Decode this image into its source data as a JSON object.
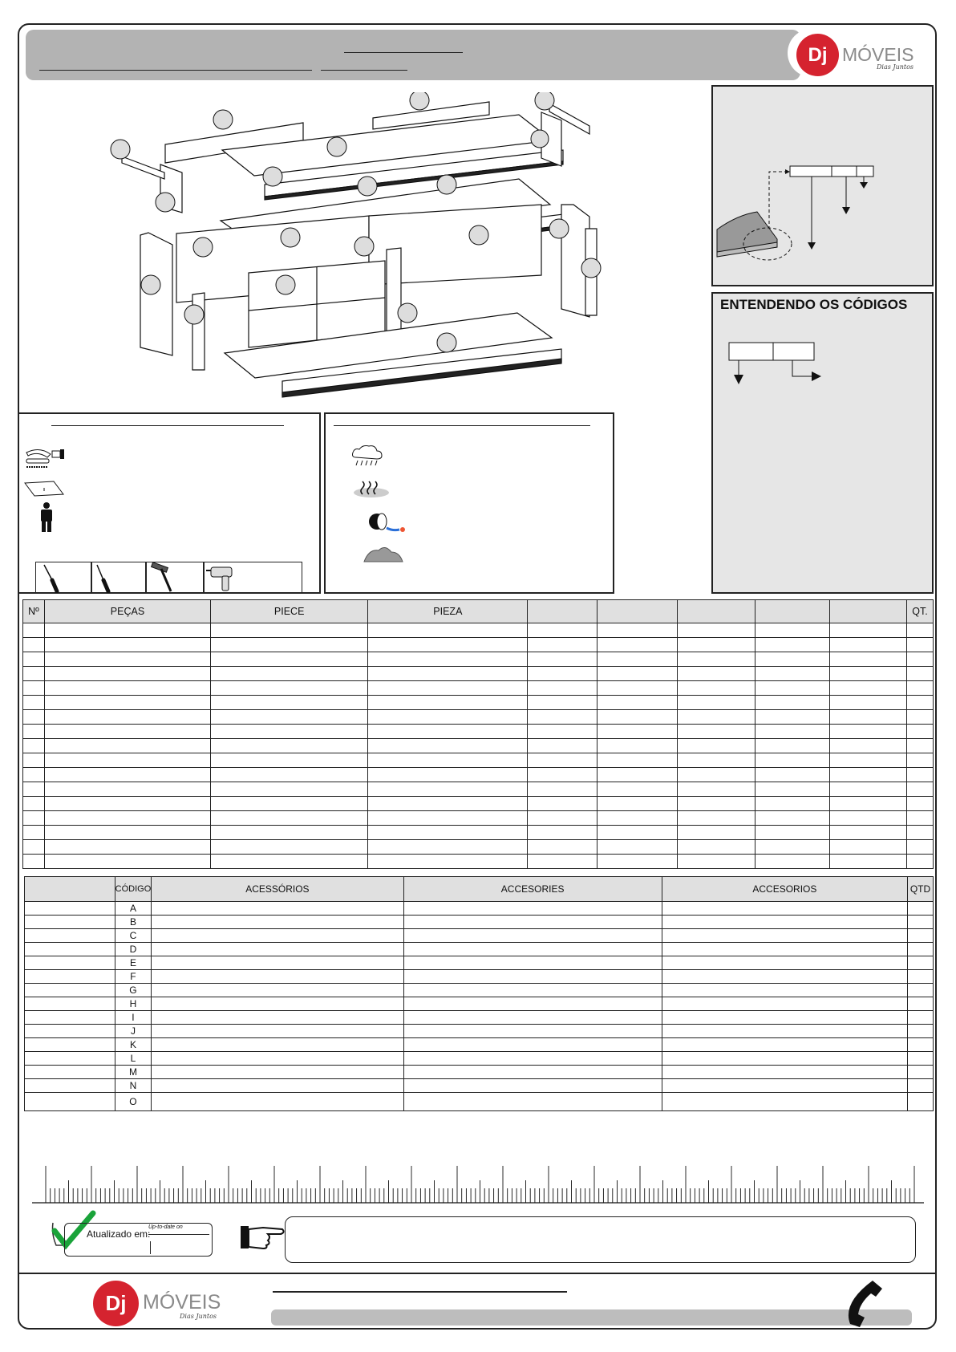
{
  "header": {
    "brand": {
      "mark": "Dj",
      "name": "MÓVEIS",
      "signature": "Dias Juntos"
    }
  },
  "codes_panel": {
    "title": "ENTENDENDO OS CÓDIGOS"
  },
  "parts_table": {
    "headers": [
      "Nº",
      "PEÇAS",
      "PIECE",
      "PIEZA",
      "",
      "",
      "",
      "",
      "",
      "QT."
    ],
    "row_count": 17
  },
  "accessories_table": {
    "headers": [
      "",
      "CÓDIGO",
      "ACESSÓRIOS",
      "ACCESORIES",
      "ACCESORIOS",
      "QTD"
    ],
    "codes": [
      "A",
      "B",
      "C",
      "D",
      "E",
      "F",
      "G",
      "H",
      "I",
      "J",
      "K",
      "L",
      "M",
      "N",
      "O"
    ]
  },
  "updated": {
    "label": "Atualizado em:",
    "sublabel": "Up-to-date on"
  },
  "footer": {
    "brand": {
      "mark": "Dj",
      "name": "MÓVEIS",
      "signature": "Dias Juntos"
    }
  },
  "icons": [
    "hardware-icon",
    "panel-icon",
    "person-icon",
    "screwdriver-flat-icon",
    "screwdriver-phillips-icon",
    "hammer-icon",
    "drill-icon",
    "rain-icon",
    "humidity-icon",
    "spill-icon",
    "dust-icon",
    "pointing-hand-icon",
    "check-icon",
    "phone-icon"
  ]
}
